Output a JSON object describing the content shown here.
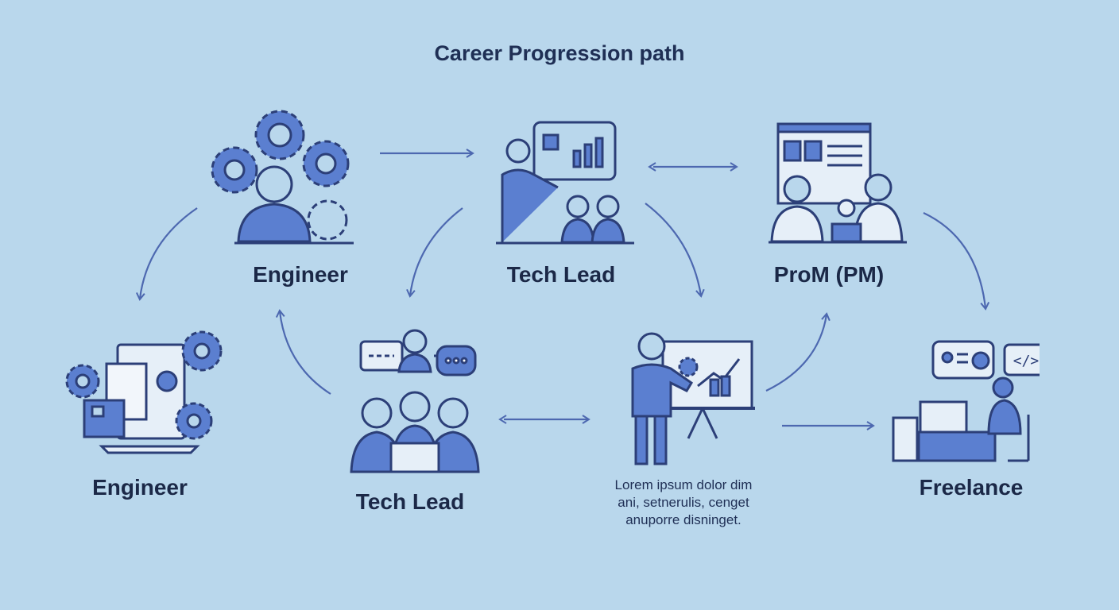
{
  "title": "Career Progression path",
  "nodes": [
    {
      "label": "Engineer",
      "icon": "engineer-gears-icon"
    },
    {
      "label": "Tech Lead",
      "icon": "presentation-team-icon"
    },
    {
      "label": "ProM (PM)",
      "icon": "pm-meeting-icon"
    },
    {
      "label": "Engineer",
      "icon": "tablet-gears-icon"
    },
    {
      "label": "Tech Lead",
      "icon": "team-laptop-icon"
    },
    {
      "label": "Freelance",
      "icon": "freelancer-desk-icon"
    }
  ],
  "note": {
    "lines": [
      "Lorem ipsum dolor dim",
      "ani, setnerulis, cenget",
      "anuporre disninget."
    ]
  },
  "colors": {
    "background": "#b9d7ec",
    "accent": "#5b7fd0",
    "stroke": "#2c3f78",
    "text": "#1b2847"
  }
}
